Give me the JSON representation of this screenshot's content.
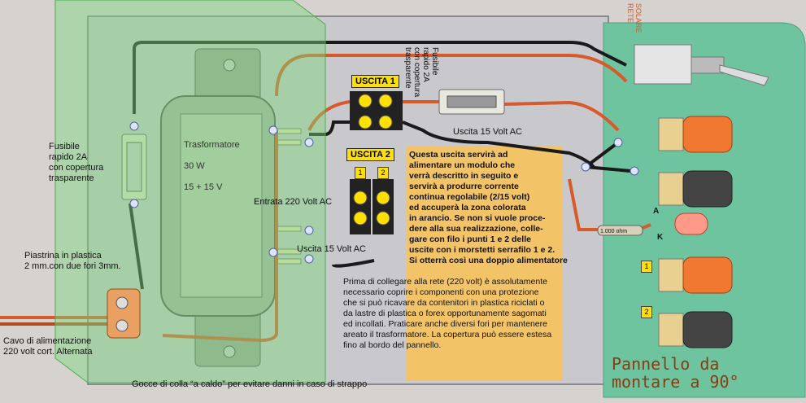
{
  "labels": {
    "fuse_left": "Fusibile\nrapido 2A\ncon copertura\ntrasparente",
    "transformer": "Trasformatore",
    "power": "30 W",
    "voltage": "15 + 15 V",
    "mains_input": "Entrata 220 Volt AC",
    "output_bottom": "Uscita 15 Volt AC",
    "output_top": "Uscita 15 Volt AC",
    "fuse_top": "Fusibile\nrapido 2A\ncon copertura\ntrasparente",
    "uscita1": "USCITA 1",
    "uscita2": "USCITA 2",
    "term1": "1",
    "term2": "2",
    "plate": "Piastrina in plastica\n2 mm.con due fori 3mm.",
    "cable": "Cavo di alimentazione\n220 volt cort. Alternata",
    "glue": "Gocce di colla “a caldo” per evitare danni in caso di strappo",
    "note_orange": "Questa uscita servirà ad\nalimentare un modulo che\nverrà descritto in seguito e\nservirà a produrre corrente\ncontinua regolabile (2/15 volt)\ned accuperà la zona colorata\nin arancio. Se non si vuole proce-\ndere alla sua realizzazione, colle-\ngare con filo i punti 1 e 2 delle\nuscite con i morstetti serrafilo 1 e 2.\nSi otterrà così una doppio alimentatore",
    "warning": "Prima di collegare alla rete (220 volt) è assolutamente\nnecessario coprire i componenti con una protezione\nche si può ricavare da contenitori in plastica riciclati o\nda lastre di plastica o forex opportunamente sagomati\ned incollati. Praticare anche diversi fori per mantenere\nareato il trasformatore. La copertura può essere estesa\nfino al bordo del pannello.",
    "switch_label": "SOLARE\nRETE",
    "resistor": "1.000 ohm",
    "led_a": "A",
    "led_k": "K",
    "binding1": "1",
    "binding2": "2",
    "panel": "Pannello da\nmontare a 90°"
  },
  "colors": {
    "panel_green": "#6fc4a0",
    "cover_green": "#7dd87d",
    "orange_zone": "#f2c467",
    "wire_orange": "#d65a2a",
    "wire_black": "#1a1a1a",
    "panel_text": "#8a3c10"
  }
}
